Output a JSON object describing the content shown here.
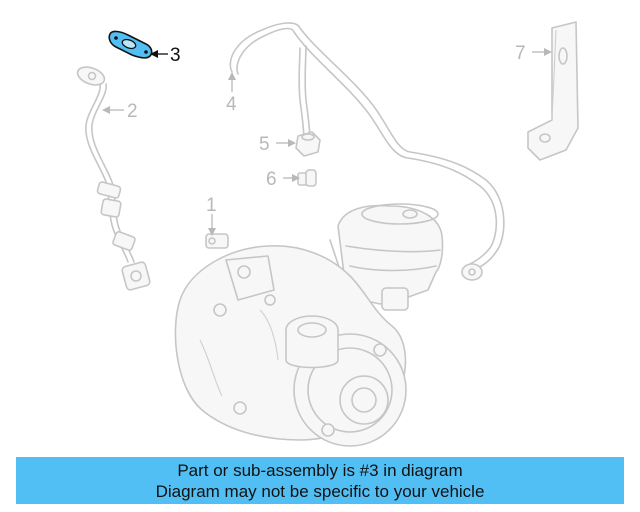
{
  "diagram": {
    "callouts": [
      {
        "number": "1",
        "part": "turbocharger",
        "highlighted": false
      },
      {
        "number": "2",
        "part": "oil-feed-line",
        "highlighted": false
      },
      {
        "number": "3",
        "part": "gasket",
        "highlighted": true
      },
      {
        "number": "4",
        "part": "coolant-pipe",
        "highlighted": false
      },
      {
        "number": "5",
        "part": "nut",
        "highlighted": false
      },
      {
        "number": "6",
        "part": "stud",
        "highlighted": false
      },
      {
        "number": "7",
        "part": "bracket",
        "highlighted": false
      }
    ],
    "highlight_color": "#52bff4",
    "ghost_color": "#c6c6c6"
  },
  "caption": {
    "line1": "Part or sub-assembly is #3 in diagram",
    "line2": "Diagram may not be specific to your vehicle",
    "background_color": "#52bff4"
  }
}
